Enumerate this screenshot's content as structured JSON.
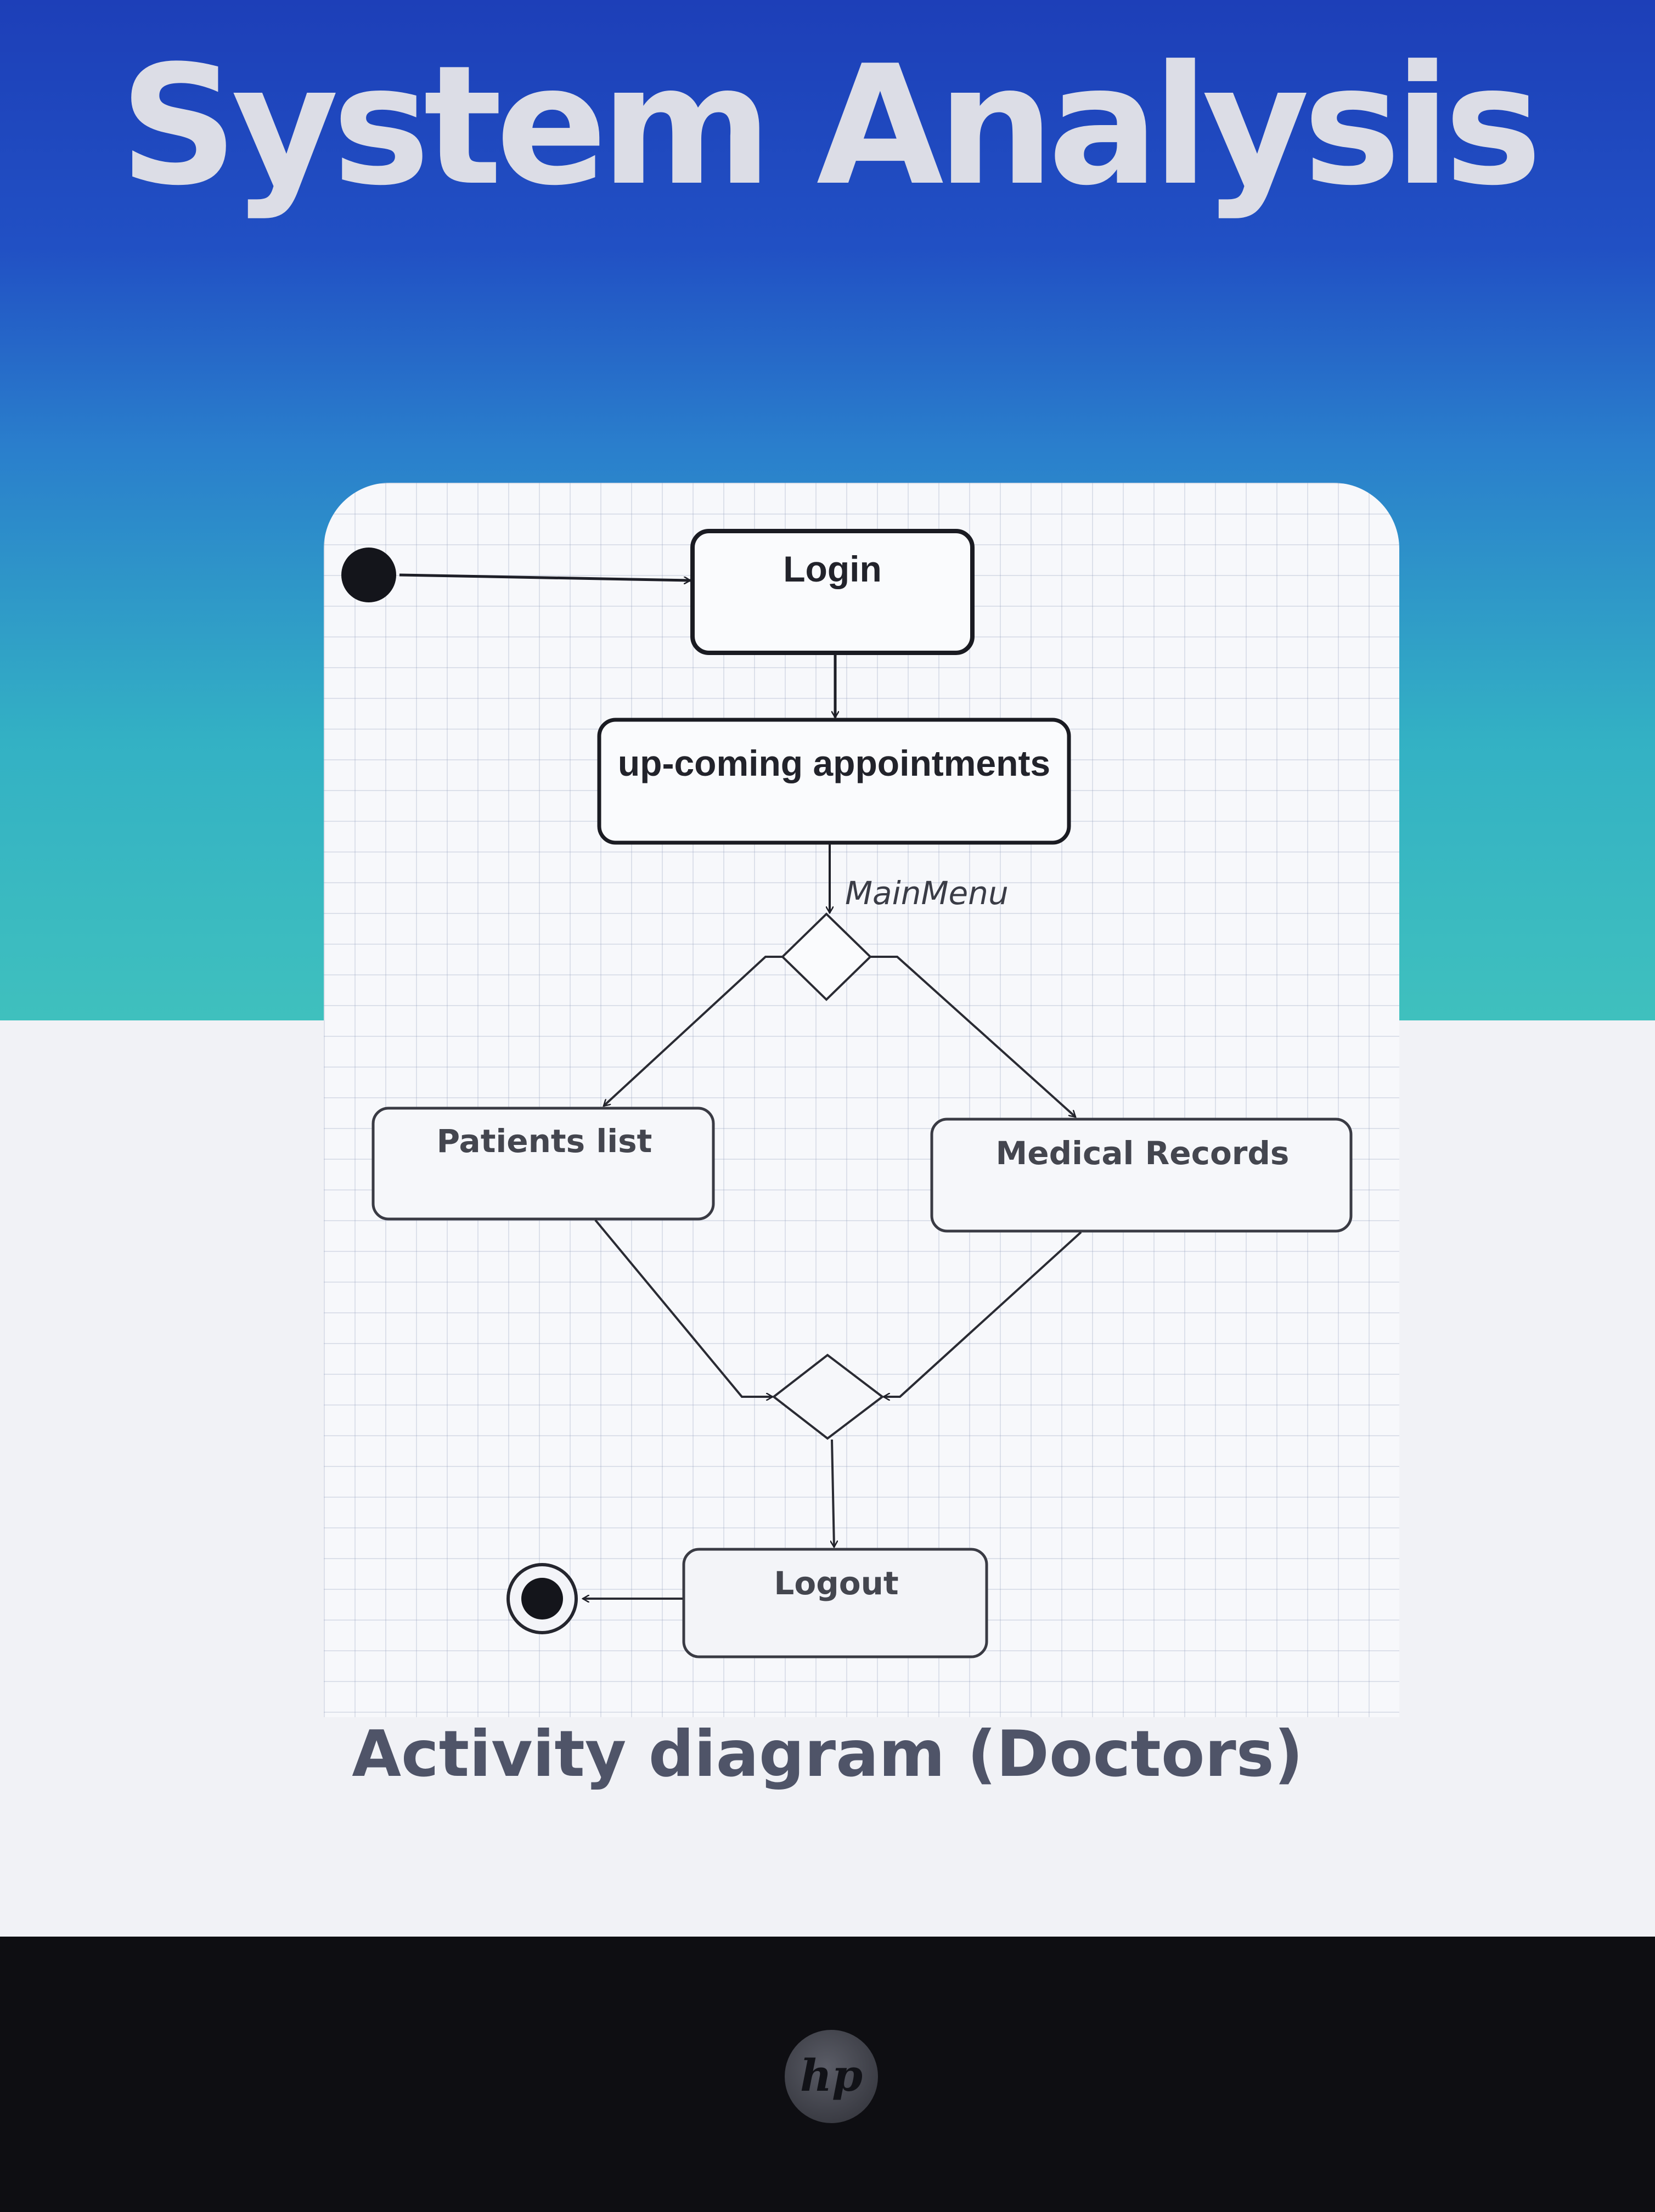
{
  "slide": {
    "title": "System Analysis",
    "caption": "Activity diagram (Doctors)"
  },
  "diagram": {
    "nodes": {
      "login": "Login",
      "upcoming": "up-coming appointments",
      "patients": "Patients list",
      "records": "Medical Records",
      "logout": "Logout"
    },
    "guard": "MainMenu"
  },
  "device": {
    "brand": "hp"
  }
}
